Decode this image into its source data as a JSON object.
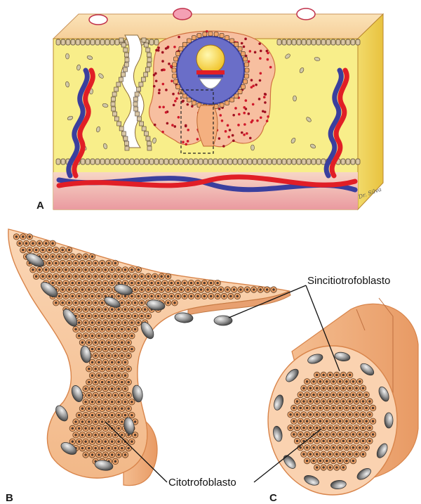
{
  "figure": {
    "panel_labels": {
      "a": "A",
      "b": "B",
      "c": "C"
    },
    "callouts": {
      "syncytio": "Sincitiotrofoblasto",
      "cyto": "Citotrofoblasto"
    },
    "signature": "Dr. Silva"
  },
  "colors": {
    "tissue_yellow": "#f8ee8a",
    "block_side": "#ecd250",
    "block_outline": "#b8862c",
    "artery_red": "#e11e26",
    "vein_blue": "#3a3f9e",
    "villus_peach": "#f6c8a0",
    "villus_edge": "#d8844a",
    "nucleus_gray": "#8c8c8c",
    "cell_fill": "#f0a46a"
  }
}
